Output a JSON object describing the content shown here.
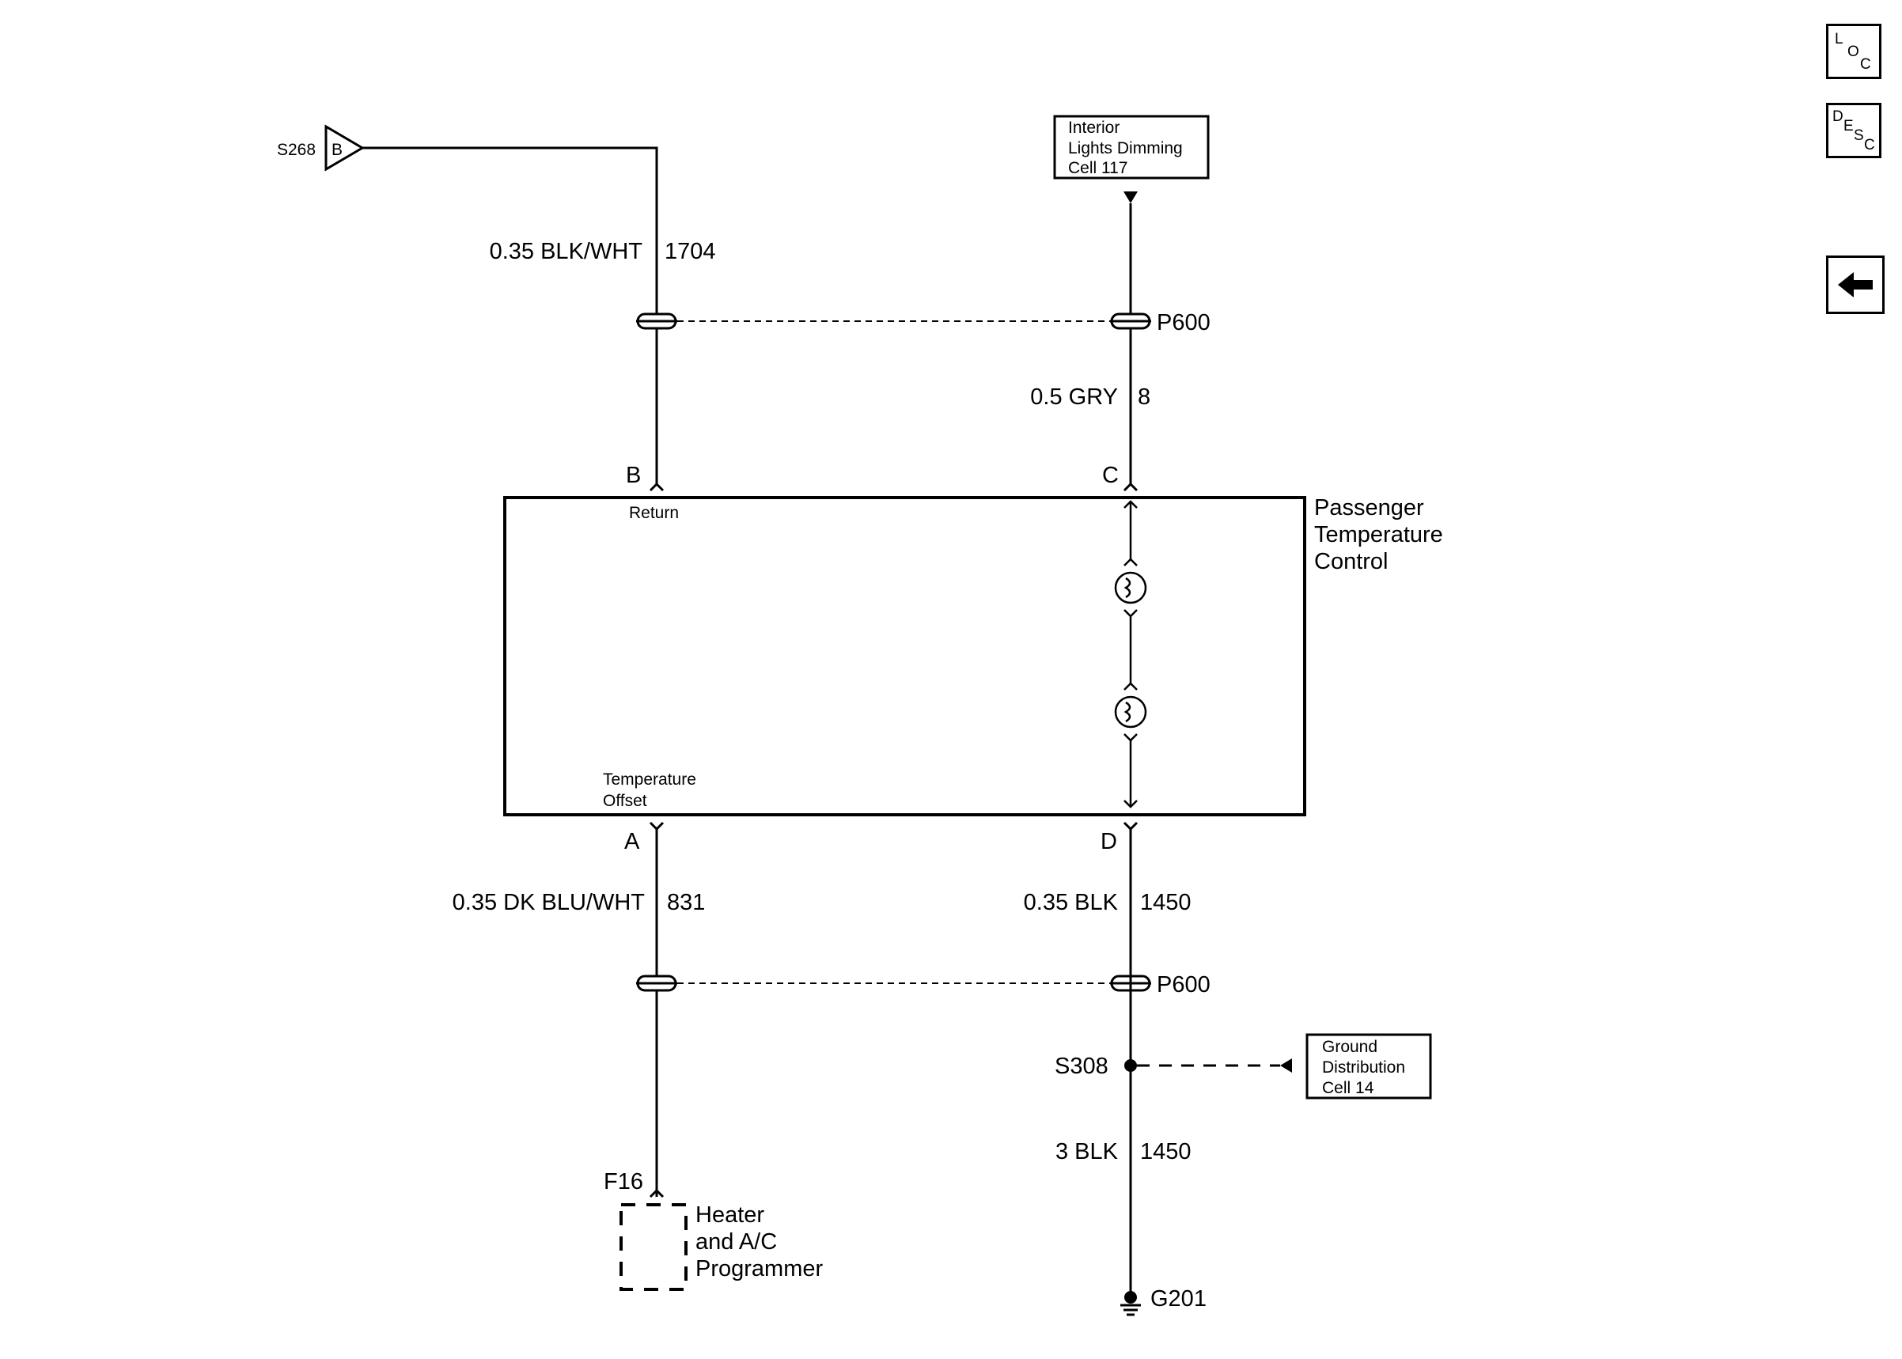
{
  "buttons": {
    "loc": [
      "L",
      "O",
      "C"
    ],
    "desc": [
      "D",
      "E",
      "S",
      "C"
    ]
  },
  "top_left": {
    "splice": "S268",
    "connector_letter": "B",
    "wire_spec": "0.35 BLK/WHT",
    "circuit": "1704"
  },
  "top_right": {
    "ref_box": [
      "Interior",
      "Lights Dimming",
      "Cell 117"
    ],
    "connector": "P600",
    "wire_spec": "0.5 GRY",
    "circuit": "8"
  },
  "module": {
    "name": [
      "Passenger",
      "Temperature",
      "Control"
    ],
    "pins": {
      "a": "A",
      "b": "B",
      "c": "C",
      "d": "D"
    },
    "pin_b_function": "Return",
    "pin_a_function": [
      "Temperature",
      "Offset"
    ]
  },
  "bottom_left": {
    "wire_spec": "0.35 DK BLU/WHT",
    "circuit": "831",
    "connector": "F16",
    "component": [
      "Heater",
      "and A/C",
      "Programmer"
    ]
  },
  "bottom_right": {
    "wire_spec": "0.35 BLK",
    "circuit": "1450",
    "connector": "P600",
    "splice": "S308",
    "ground_box": [
      "Ground",
      "Distribution",
      "Cell 14"
    ],
    "wire_spec_2": "3 BLK",
    "circuit_2": "1450",
    "ground": "G201"
  }
}
